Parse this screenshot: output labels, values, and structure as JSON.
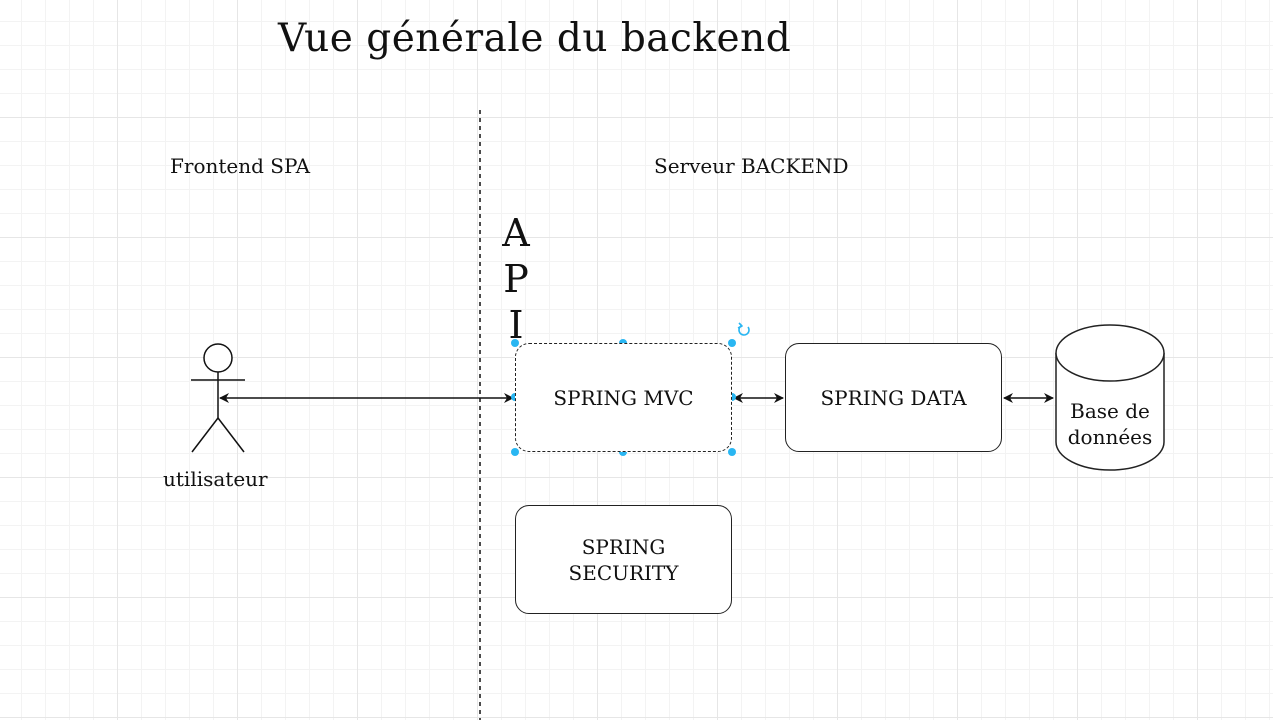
{
  "title": "Vue générale du backend",
  "zones": {
    "frontend": "Frontend SPA",
    "backend": "Serveur BACKEND"
  },
  "api_label": "API",
  "actor": {
    "label": "utilisateur",
    "icon": "stick-figure-actor-icon"
  },
  "components": {
    "spring_mvc": "SPRING MVC",
    "spring_data": "SPRING DATA",
    "spring_security": "SPRING SECURITY"
  },
  "database": {
    "label": "Base de données",
    "icon": "cylinder-database-icon"
  },
  "colors": {
    "selection_handle": "#29b6f2",
    "selection_accent": "#f0a30a",
    "stroke": "#222222"
  }
}
